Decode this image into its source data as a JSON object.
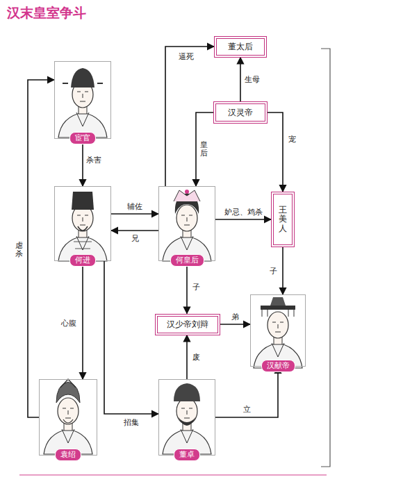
{
  "diagram": {
    "title": "汉末皇室争斗",
    "nodes": [
      {
        "text": [
          "宦官"
        ]
      },
      {
        "text": [
          "何进"
        ]
      },
      {
        "text": [
          "何皇后"
        ]
      },
      {
        "text": [
          "董太后"
        ]
      },
      {
        "text": [
          "汉灵帝"
        ]
      },
      {
        "text": [
          "王美人"
        ]
      },
      {
        "text": [
          "汉少帝刘辩"
        ]
      },
      {
        "text": [
          "汉献帝"
        ]
      },
      {
        "text": [
          "袁绍"
        ]
      },
      {
        "text": [
          "董卓"
        ]
      }
    ],
    "edges": [
      {
        "from": 0,
        "to": 1,
        "label": "杀害",
        "arrow": "to"
      },
      {
        "from": 1,
        "to": 2,
        "label": "辅佐",
        "arrow": "to"
      },
      {
        "from": 2,
        "to": 1,
        "label": "兄",
        "arrow": "to"
      },
      {
        "from": 2,
        "to": 3,
        "label": "逼死",
        "arrow": "to"
      },
      {
        "from": 4,
        "to": 3,
        "label": "生母",
        "arrow": "to"
      },
      {
        "from": 4,
        "to": 2,
        "label": "皇后",
        "arrow": "to"
      },
      {
        "from": 4,
        "to": 5,
        "label": "宠",
        "arrow": "to"
      },
      {
        "from": 2,
        "to": 5,
        "label": "妒忌、鸩杀",
        "arrow": "to"
      },
      {
        "from": 2,
        "to": 6,
        "label": "子",
        "arrow": "to"
      },
      {
        "from": 5,
        "to": 7,
        "label": "子",
        "arrow": "to"
      },
      {
        "from": 6,
        "to": 7,
        "label": "弟",
        "arrow": "to"
      },
      {
        "from": 1,
        "to": 8,
        "label": "心腹",
        "arrow": "to"
      },
      {
        "from": 1,
        "to": 9,
        "label": "招集",
        "arrow": "to"
      },
      {
        "from": 8,
        "to": 0,
        "label": "虐杀",
        "arrow": "to"
      },
      {
        "from": 9,
        "to": 6,
        "label": "废",
        "arrow": "to"
      },
      {
        "from": 9,
        "to": 7,
        "label": "立",
        "arrow": "to"
      }
    ]
  }
}
